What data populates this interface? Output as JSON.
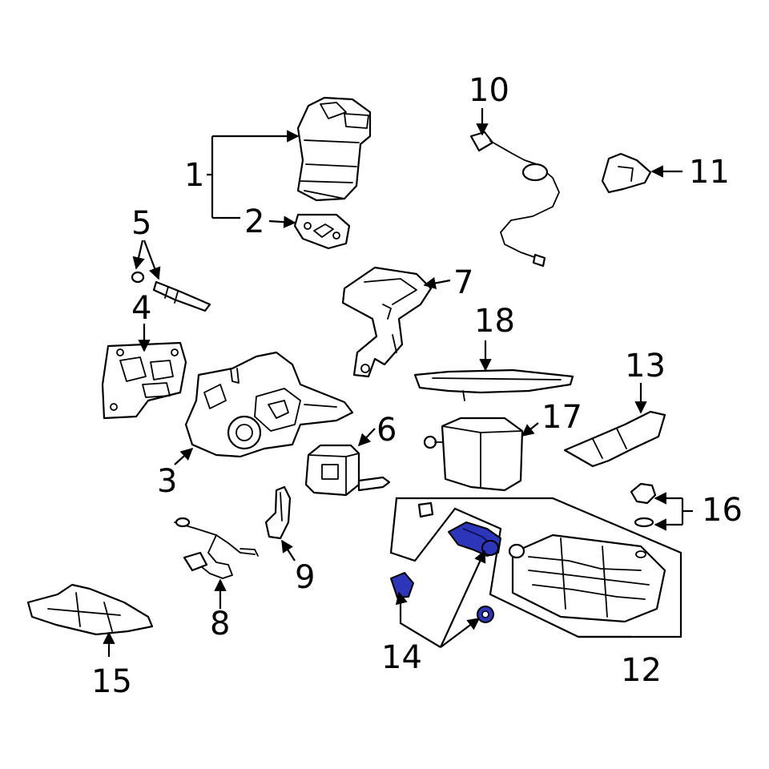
{
  "callouts": {
    "c1": "1",
    "c2": "2",
    "c3": "3",
    "c4": "4",
    "c5": "5",
    "c6": "6",
    "c7": "7",
    "c8": "8",
    "c9": "9",
    "c10": "10",
    "c11": "11",
    "c12": "12",
    "c13": "13",
    "c14": "14",
    "c15": "15",
    "c16": "16",
    "c17": "17",
    "c18": "18"
  },
  "colors": {
    "highlight": "#2d36b8",
    "line": "#000000",
    "background": "#ffffff"
  }
}
